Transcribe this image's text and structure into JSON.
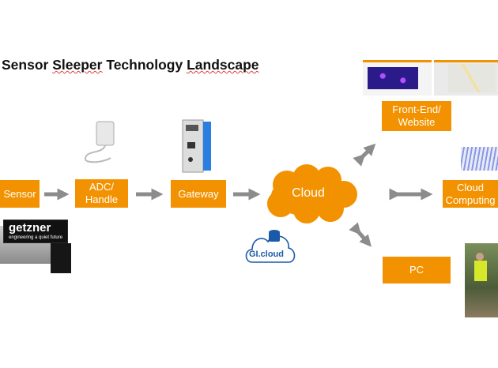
{
  "title": {
    "part1": "Sensor",
    "part2": "Sleeper",
    "part3": "Technology",
    "part4": "Landscape"
  },
  "nodes": {
    "sensor": "Sensor",
    "adc": [
      "ADC/",
      "Handle"
    ],
    "gateway": "Gateway",
    "cloud": "Cloud",
    "frontend": [
      "Front-End/",
      "Website"
    ],
    "cloud_computing": [
      "Cloud",
      "Computing"
    ],
    "pc": "PC"
  },
  "logos": {
    "getzner": "getzner",
    "getzner_tagline": "engineering a quiet future",
    "gi_cloud": "GI.cloud"
  },
  "colors": {
    "accent": "#f39200",
    "arrow": "#8c8c8c",
    "gi_blue": "#1a5aa8"
  }
}
